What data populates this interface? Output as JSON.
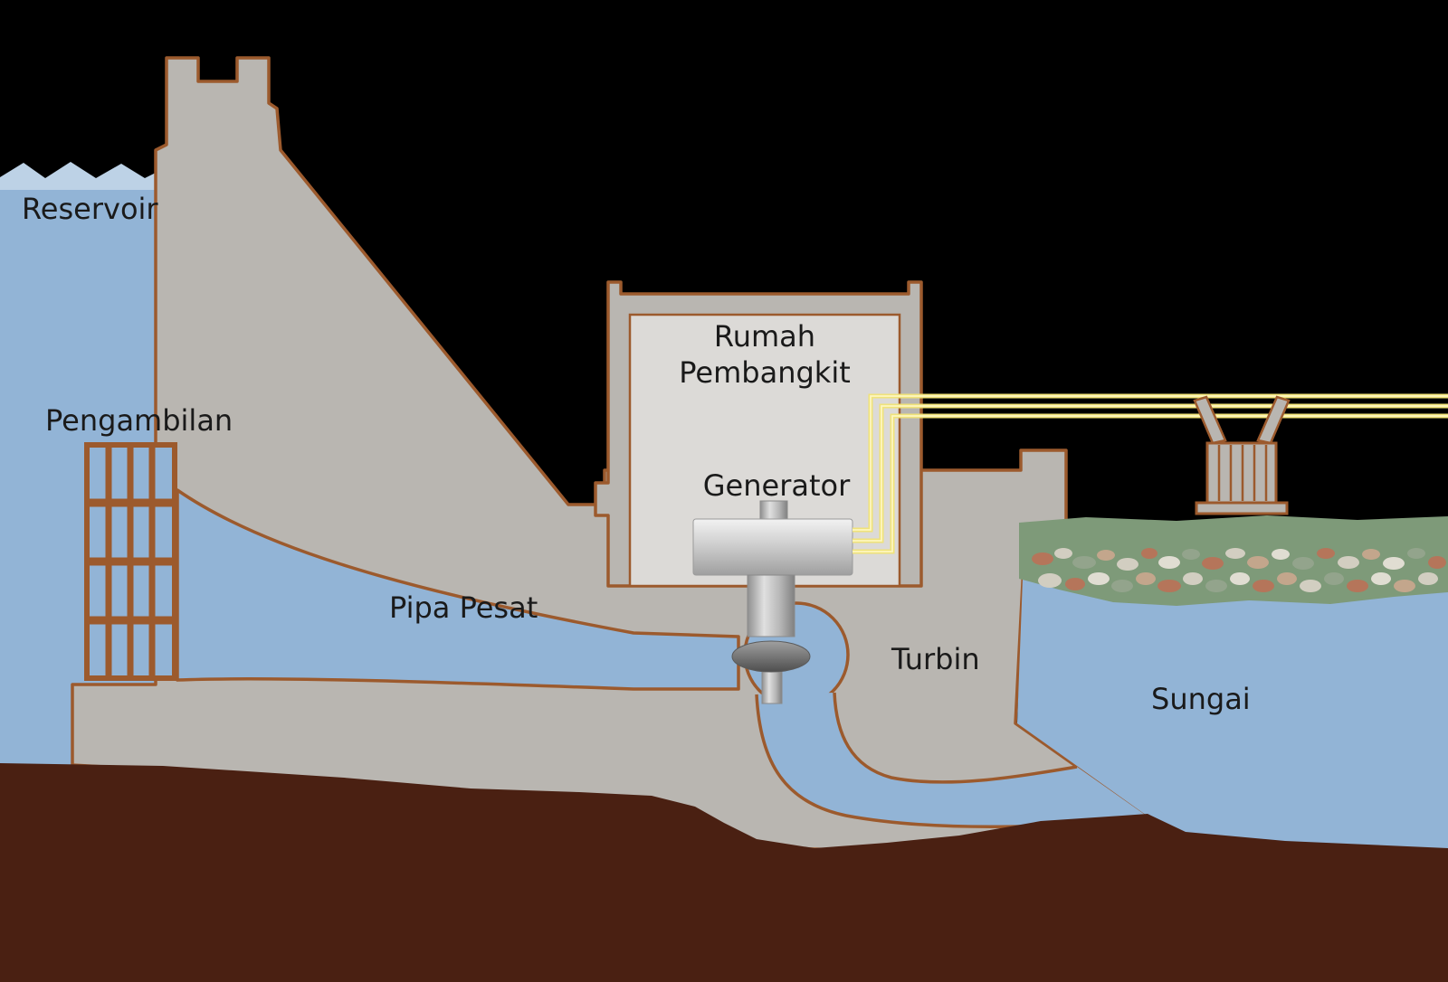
{
  "diagram": {
    "type": "hydroelectric-dam-cross-section",
    "language": "Indonesian",
    "labels": {
      "reservoir": "Reservoir",
      "intake": "Pengambilan",
      "penstock": "Pipa Pesat",
      "powerhouse_line1": "Rumah",
      "powerhouse_line2": "Pembangkit",
      "generator": "Generator",
      "turbine": "Turbin",
      "river": "Sungai"
    },
    "colors": {
      "background": "#000000",
      "water": "#92b4d6",
      "water_light": "#bdd2e6",
      "concrete": "#b9b6b1",
      "building_interior": "#dcdad7",
      "outline": "#9c5a2d",
      "earth": "#4a2012",
      "bank": "#7e9a79",
      "cable": "#f0e37a",
      "cable_highlight": "#fdf6c0",
      "label_text": "#1a1a1a"
    }
  }
}
